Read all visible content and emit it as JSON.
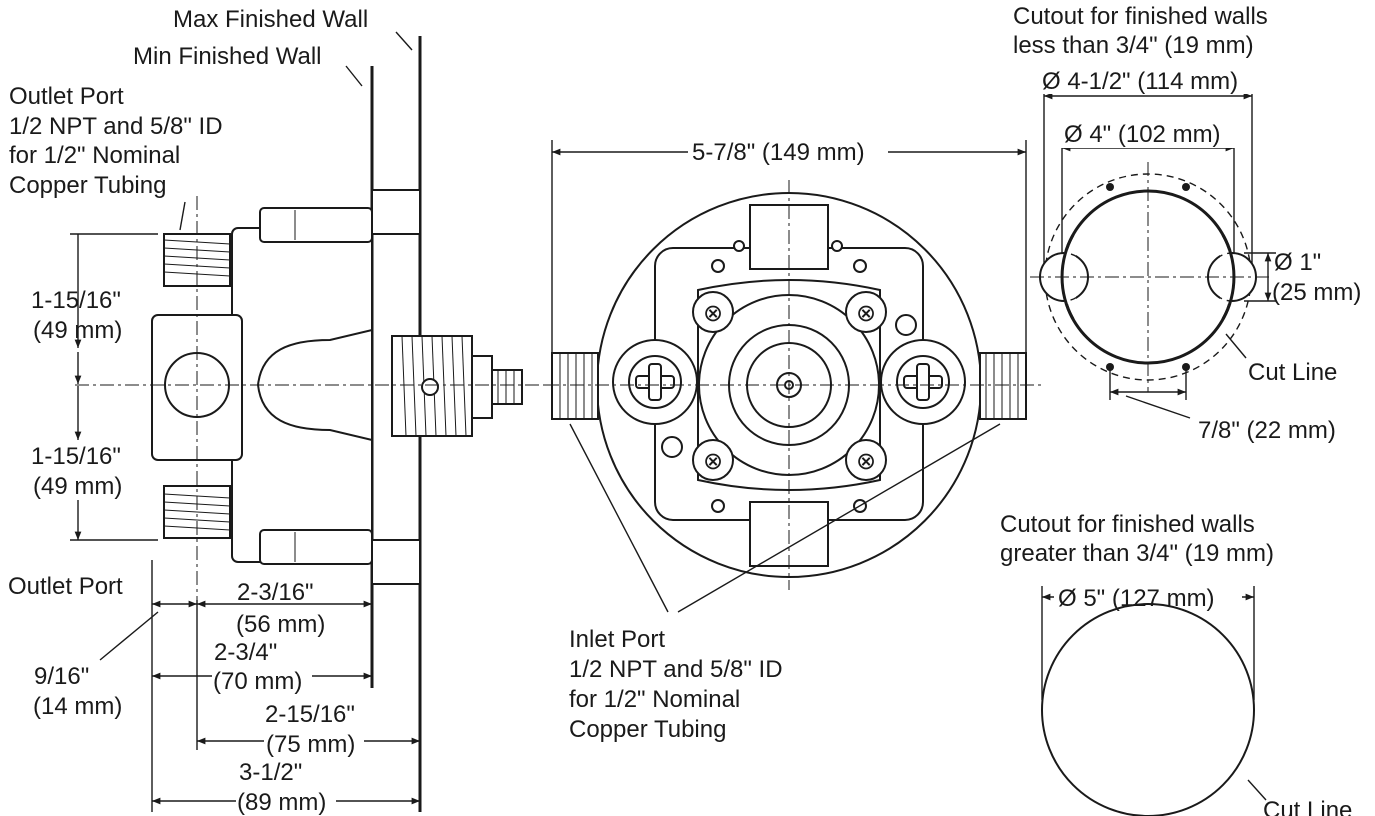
{
  "side_view": {
    "max_finished_wall": "Max Finished Wall",
    "min_finished_wall": "Min Finished Wall",
    "outlet_port_top": [
      "Outlet Port",
      "1/2 NPT and 5/8\" ID",
      "for 1/2\" Nominal",
      "Copper Tubing"
    ],
    "outlet_port_bottom": "Outlet Port",
    "dim_upper": [
      "1-15/16\"",
      "(49 mm)"
    ],
    "dim_lower": [
      "1-15/16\"",
      "(49 mm)"
    ],
    "dim_9_16": [
      "9/16\"",
      "(14 mm)"
    ],
    "dim_2_3_16": [
      "2-3/16\"",
      "(56 mm)"
    ],
    "dim_2_3_4": [
      "2-3/4\"",
      "(70 mm)"
    ],
    "dim_2_15_16": [
      "2-15/16\"",
      "(75 mm)"
    ],
    "dim_3_1_2": [
      "3-1/2\"",
      "(89 mm)"
    ]
  },
  "front_view": {
    "width_dim": "5-7/8\" (149 mm)",
    "inlet_port": [
      "Inlet Port",
      "1/2 NPT and 5/8\" ID",
      "for 1/2\" Nominal",
      "Copper Tubing"
    ]
  },
  "cutout_small": {
    "title": [
      "Cutout for finished walls",
      "less than 3/4\" (19 mm)"
    ],
    "outer_dia": "Ø 4-1/2\" (114 mm)",
    "inner_dia": "Ø 4\" (102 mm)",
    "hole_dia": [
      "Ø 1\"",
      "(25 mm)"
    ],
    "cut_line": "Cut Line",
    "spacing": "7/8\" (22 mm)"
  },
  "cutout_large": {
    "title": [
      "Cutout for finished walls",
      "greater than 3/4\" (19 mm)"
    ],
    "dia": "Ø 5\" (127 mm)",
    "cut_line": "Cut Line"
  }
}
